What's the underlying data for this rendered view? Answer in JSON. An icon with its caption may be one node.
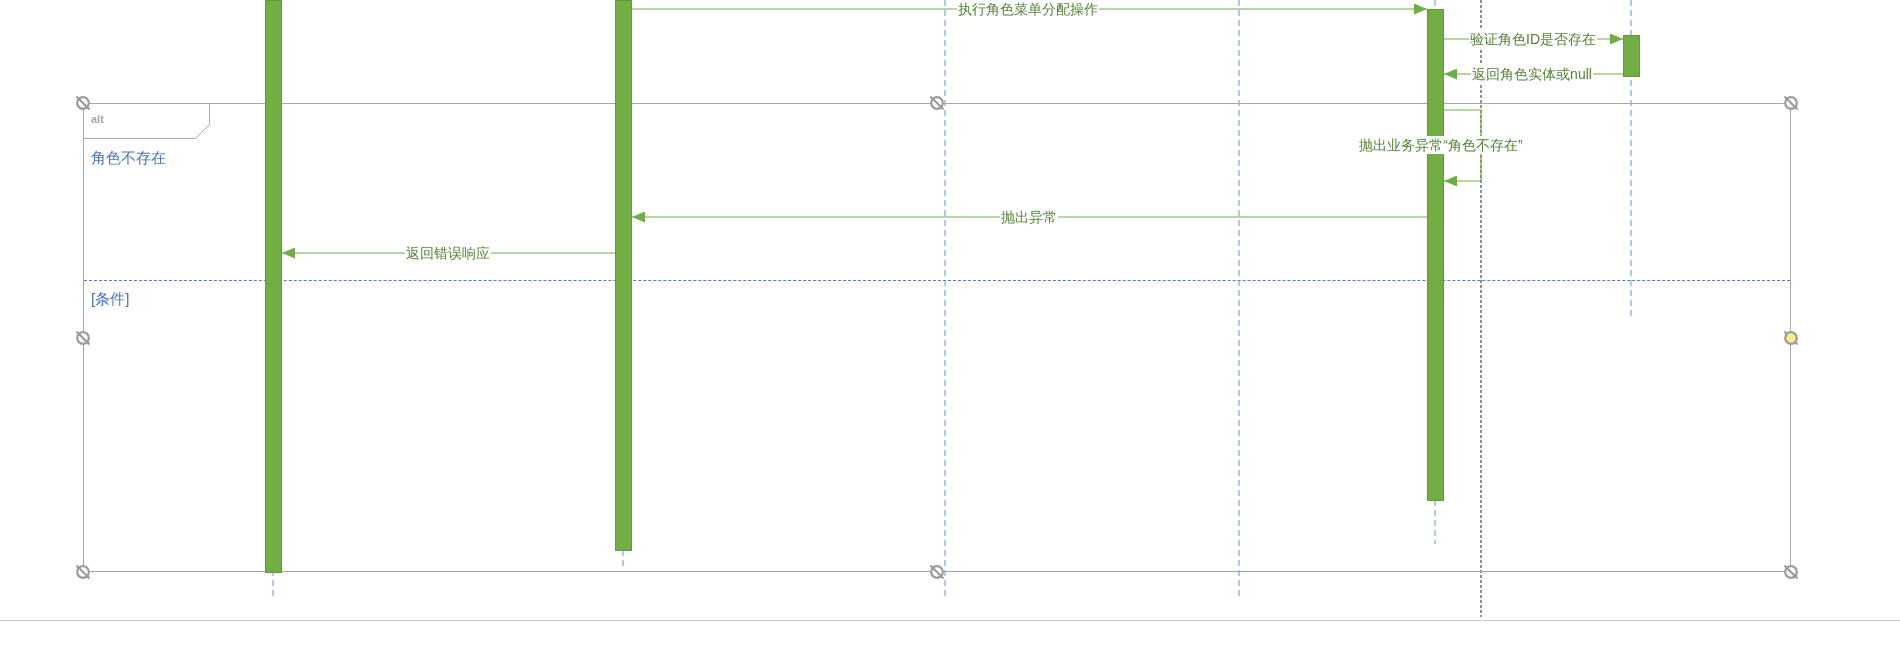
{
  "diagram": {
    "nodes": [
      {
        "text": [],
        "shape": "bar"
      },
      {
        "text": [],
        "shape": "bar"
      },
      {
        "text": [],
        "shape": "bar"
      },
      {
        "text": [],
        "shape": "bar"
      }
    ],
    "edges": [
      {
        "from": 1,
        "to": 2,
        "arrow": "to",
        "label": "执行角色菜单分配操作"
      },
      {
        "from": 2,
        "to": 3,
        "arrow": "to",
        "label": "验证角色ID是否存在"
      },
      {
        "from": 3,
        "to": 2,
        "arrow": "to",
        "label": "返回角色实体或null"
      },
      {
        "from": 2,
        "to": 2,
        "arrow": "to",
        "label": "抛出业务异常“角色不存在”"
      },
      {
        "from": 2,
        "to": 1,
        "arrow": "to",
        "label": "抛出异常"
      },
      {
        "from": 1,
        "to": 0,
        "arrow": "to",
        "label": "返回错误响应"
      }
    ],
    "labels": [
      "alt",
      "角色不存在",
      "[条件]"
    ]
  }
}
